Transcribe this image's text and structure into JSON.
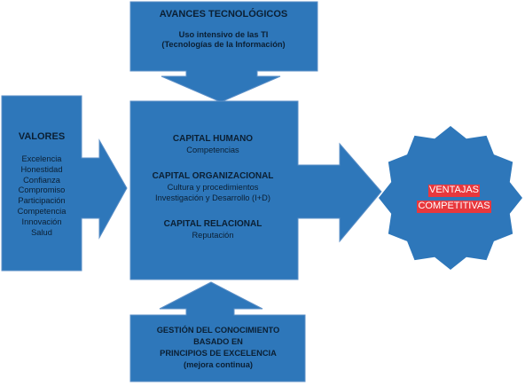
{
  "colors": {
    "box_fill": "#2e77ba",
    "box_stroke": "#5b8fc7",
    "star_fill": "#2e77ba",
    "star_stroke": "#ffffff",
    "highlight_bg": "#e8383d",
    "text_dark": "#0b1f33",
    "highlight_text": "#ffffff"
  },
  "top_box": {
    "title": "AVANCES TECNOLÓGICOS",
    "subtitle_1": "Uso intensivo de las TI",
    "subtitle_2": "(Tecnologías de la Información)"
  },
  "left_box": {
    "title": "VALORES",
    "items": [
      "Excelencia",
      "Honestidad",
      "Confianza",
      "Compromiso",
      "Participación",
      "Competencia",
      "Innovación",
      "Salud"
    ]
  },
  "center_box": {
    "sections": [
      {
        "title": "CAPITAL HUMANO",
        "lines": [
          "Competencias"
        ]
      },
      {
        "title": "CAPITAL ORGANIZACIONAL",
        "lines": [
          "Cultura y procedimientos",
          "Investigación y Desarrollo (I+D)"
        ]
      },
      {
        "title": "CAPITAL RELACIONAL",
        "lines": [
          "Reputación"
        ]
      }
    ]
  },
  "bottom_box": {
    "line_1": "GESTIÓN DEL CONOCIMIENTO",
    "line_2": "BASADO EN",
    "line_3": "PRINCIPIOS DE EXCELENCIA",
    "line_4": "(mejora continua)"
  },
  "star": {
    "line_1": "VENTAJAS",
    "line_2": "COMPETITIVAS"
  }
}
